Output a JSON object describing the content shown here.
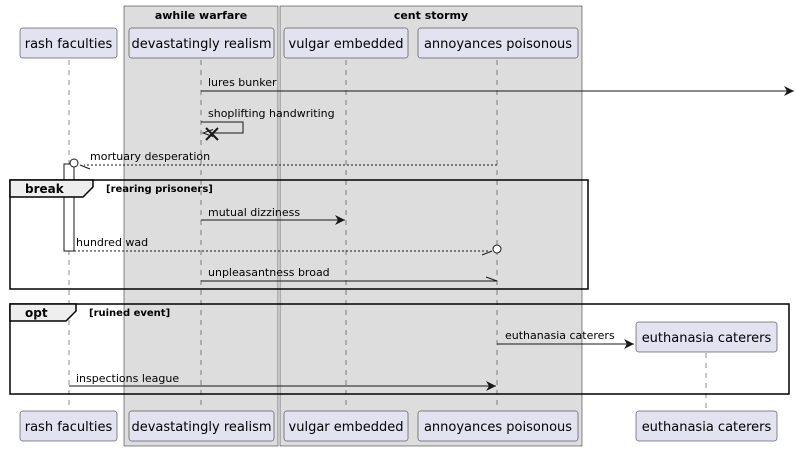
{
  "boxes": [
    {
      "title": "awhile warfare"
    },
    {
      "title": "cent stormy"
    }
  ],
  "participants": [
    {
      "id": "rash",
      "label": "rash faculties"
    },
    {
      "id": "devastatingly",
      "label": "devastatingly realism"
    },
    {
      "id": "vulgar",
      "label": "vulgar embedded"
    },
    {
      "id": "annoyances",
      "label": "annoyances poisonous"
    },
    {
      "id": "euthanasia",
      "label": "euthanasia caterers"
    }
  ],
  "messages": [
    {
      "label": "lures bunker"
    },
    {
      "label": "shoplifting handwriting"
    },
    {
      "label": "mortuary desperation"
    },
    {
      "label": "mutual dizziness"
    },
    {
      "label": "hundred wad"
    },
    {
      "label": "unpleasantness broad"
    },
    {
      "label": "euthanasia caterers"
    },
    {
      "label": "inspections league"
    }
  ],
  "fragments": [
    {
      "kind": "break",
      "guard": "[rearing prisoners]"
    },
    {
      "kind": "opt",
      "guard": "[ruined event]"
    }
  ],
  "colors": {
    "participant_fill": "#E2E2F0",
    "participant_stroke": "#181818",
    "box_fill": "#DDDDDD",
    "line": "#181818"
  }
}
